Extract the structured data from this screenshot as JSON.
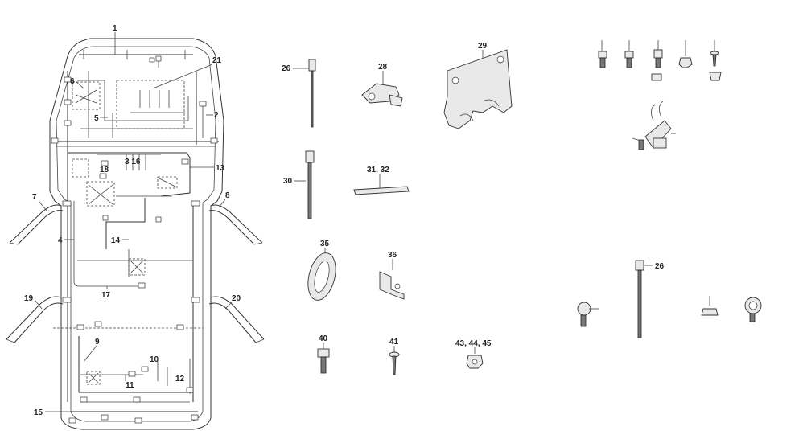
{
  "diagram": {
    "labels": {
      "l1": "1",
      "l2": "2",
      "l3_16": "3  16",
      "l4": "4",
      "l5": "5",
      "l6": "6",
      "l7": "7",
      "l8": "8",
      "l9": "9",
      "l10": "10",
      "l11": "11",
      "l12": "12",
      "l13": "13",
      "l14": "14",
      "l15": "15",
      "l17": "17",
      "l18": "18",
      "l19": "19",
      "l20": "20",
      "l21": "21",
      "l26a": "26",
      "l26b": "26",
      "l28": "28",
      "l29": "29",
      "l30": "30",
      "l31_32": "31, 32",
      "l35": "35",
      "l36": "36",
      "l40": "40",
      "l41": "41",
      "l43_45": "43, 44, 45"
    }
  }
}
